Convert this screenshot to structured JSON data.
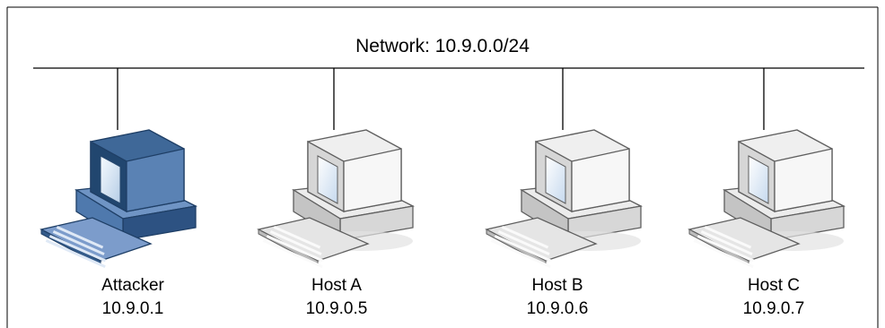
{
  "network": {
    "label": "Network: 10.9.0.0/24"
  },
  "hosts": [
    {
      "name": "Attacker",
      "ip": "10.9.0.1",
      "theme": "blue",
      "icon": "desktop-computer-icon"
    },
    {
      "name": "Host A",
      "ip": "10.9.0.5",
      "theme": "gray",
      "icon": "desktop-computer-icon"
    },
    {
      "name": "Host B",
      "ip": "10.9.0.6",
      "theme": "gray",
      "icon": "desktop-computer-icon"
    },
    {
      "name": "Host C",
      "ip": "10.9.0.7",
      "theme": "gray",
      "icon": "desktop-computer-icon"
    }
  ],
  "colors": {
    "attacker_dark": "#1f3f66",
    "attacker_mid": "#3f6898",
    "attacker_light": "#7f9fc8",
    "host_dark": "#7b7b7b",
    "host_mid": "#cfcfcf",
    "host_light": "#f3f3f3",
    "screen_blue": "#dce9f6"
  }
}
